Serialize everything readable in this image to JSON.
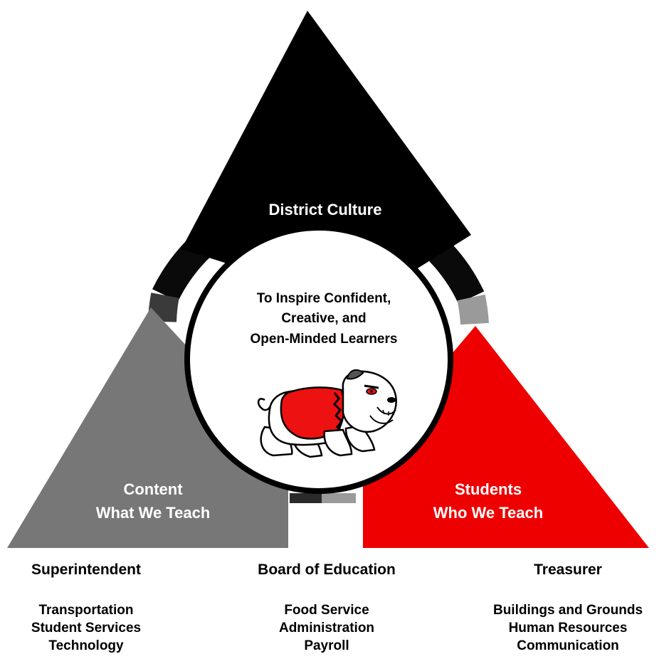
{
  "diagram": {
    "top": {
      "label": "District Culture",
      "color": "#000000",
      "text_color": "#ffffff"
    },
    "left": {
      "label_line1": "Content",
      "label_line2": "What We Teach",
      "color": "#777777",
      "text_color": "#ffffff"
    },
    "right": {
      "label_line1": "Students",
      "label_line2": "Who We Teach",
      "color": "#ee0000",
      "text_color": "#ffffff"
    },
    "center": {
      "line1": "To Inspire Confident,",
      "line2": "Creative, and",
      "line3": "Open-Minded Learners",
      "mascot": "bulldog-mascot"
    },
    "ring_colors": {
      "black": "#0a0a0a",
      "dark_gray": "#3a3a3a",
      "light_gray": "#9a9a9a"
    }
  },
  "columns": [
    {
      "heading": "Superintendent",
      "items": [
        "Transportation",
        "Student Services",
        "Technology"
      ]
    },
    {
      "heading": "Board of Education",
      "items": [
        "Food Service",
        "Administration",
        "Payroll"
      ]
    },
    {
      "heading": "Treasurer",
      "items": [
        "Buildings and Grounds",
        "Human Resources",
        "Communication"
      ]
    }
  ]
}
